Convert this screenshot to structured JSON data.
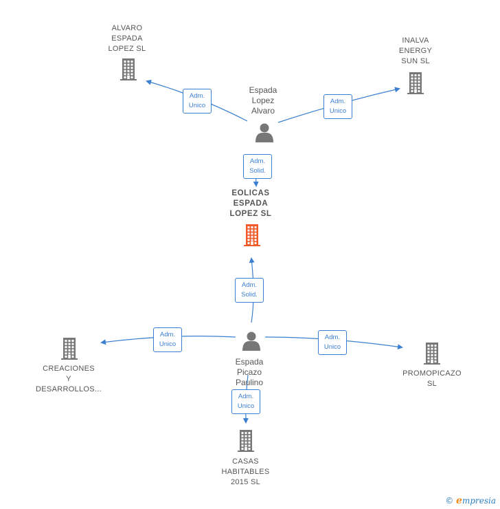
{
  "colors": {
    "edge": "#3a7fd0",
    "building": "#777777",
    "building_focus": "#f05a28",
    "person": "#777777"
  },
  "nodes": {
    "alvaro": {
      "label": "ALVARO\nESPADA\nLOPEZ  SL",
      "icon": "building-icon"
    },
    "inalva": {
      "label": "INALVA\nENERGY\nSUN  SL",
      "icon": "building-icon"
    },
    "espada_lopez": {
      "label": "Espada\nLopez\nAlvaro",
      "icon": "person-icon"
    },
    "eolicas": {
      "label": "EOLICAS\nESPADA\nLOPEZ  SL",
      "icon": "building-icon"
    },
    "creaciones": {
      "label": "CREACIONES\nY\nDESARROLLOS...",
      "icon": "building-icon"
    },
    "espada_picazo": {
      "label": "Espada\nPicazo\nPaulino",
      "icon": "person-icon"
    },
    "promopicazo": {
      "label": "PROMOPICAZO\nSL",
      "icon": "building-icon"
    },
    "casas": {
      "label": "CASAS\nHABITABLES\n2015  SL",
      "icon": "building-icon"
    }
  },
  "edges": [
    {
      "from": "espada_lopez",
      "to": "alvaro",
      "role": "Adm.\nUnico"
    },
    {
      "from": "espada_lopez",
      "to": "inalva",
      "role": "Adm.\nUnico"
    },
    {
      "from": "espada_lopez",
      "to": "eolicas",
      "role": "Adm.\nSolid."
    },
    {
      "from": "espada_picazo",
      "to": "eolicas",
      "role": "Adm.\nSolid."
    },
    {
      "from": "espada_picazo",
      "to": "creaciones",
      "role": "Adm.\nUnico"
    },
    {
      "from": "espada_picazo",
      "to": "promopicazo",
      "role": "Adm.\nUnico"
    },
    {
      "from": "espada_picazo",
      "to": "casas",
      "role": "Adm.\nUnico"
    }
  ],
  "footer": {
    "copyright": "©",
    "brand_first": "e",
    "brand_rest": "mpresia"
  }
}
